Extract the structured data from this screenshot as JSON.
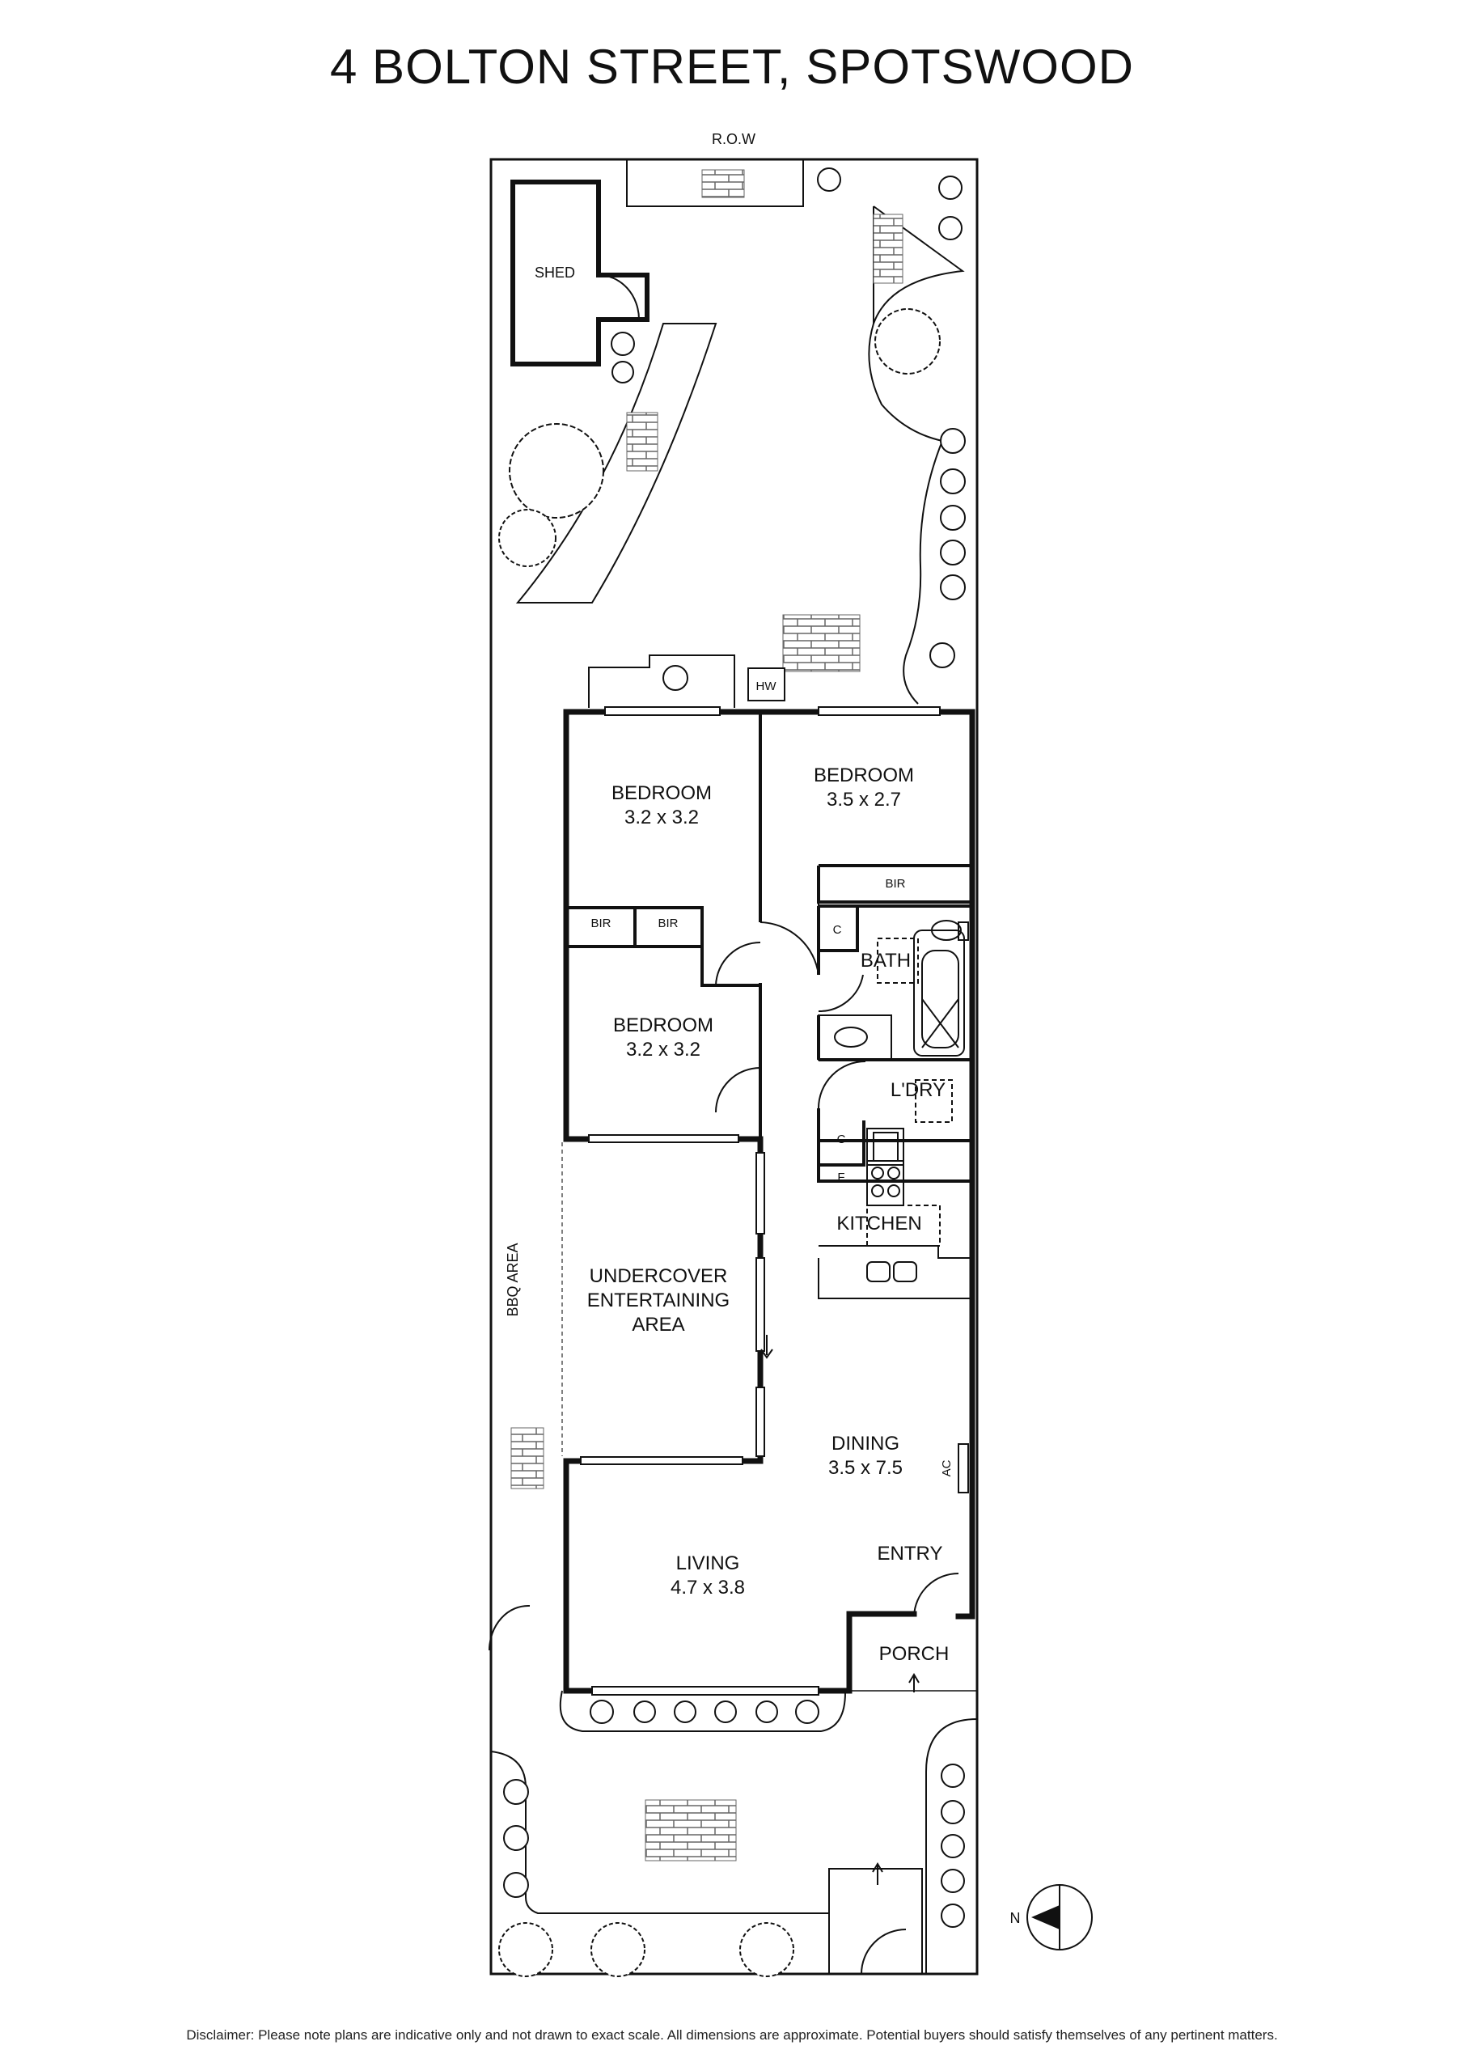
{
  "title": "4 BOLTON STREET, SPOTSWOOD",
  "row_label": "R.O.W",
  "shed_label": "SHED",
  "hw_label": "HW",
  "bbq_label": "BBQ AREA",
  "rooms": {
    "bedroom1": {
      "name": "BEDROOM",
      "size": "3.2 x 3.2"
    },
    "bedroom2": {
      "name": "BEDROOM",
      "size": "3.5 x 2.7"
    },
    "bedroom3": {
      "name": "BEDROOM",
      "size": "3.2 x 3.2"
    },
    "bath": {
      "name": "BATH"
    },
    "laundry": {
      "name": "L'DRY"
    },
    "kitchen": {
      "name": "KITCHEN"
    },
    "entertaining": {
      "line1": "UNDERCOVER",
      "line2": "ENTERTAINING",
      "line3": "AREA"
    },
    "dining": {
      "name": "DINING",
      "size": "3.5 x 7.5"
    },
    "living": {
      "name": "LIVING",
      "size": "4.7 x 3.8"
    },
    "entry": {
      "name": "ENTRY"
    },
    "porch": {
      "name": "PORCH"
    }
  },
  "fixtures": {
    "bir": "BIR",
    "cupboard": "C",
    "fridge": "F",
    "ac": "AC"
  },
  "compass_label": "N",
  "disclaimer": "Disclaimer: Please note plans are indicative only and not drawn to exact scale. All dimensions are approximate. Potential buyers should satisfy themselves of any pertinent matters."
}
